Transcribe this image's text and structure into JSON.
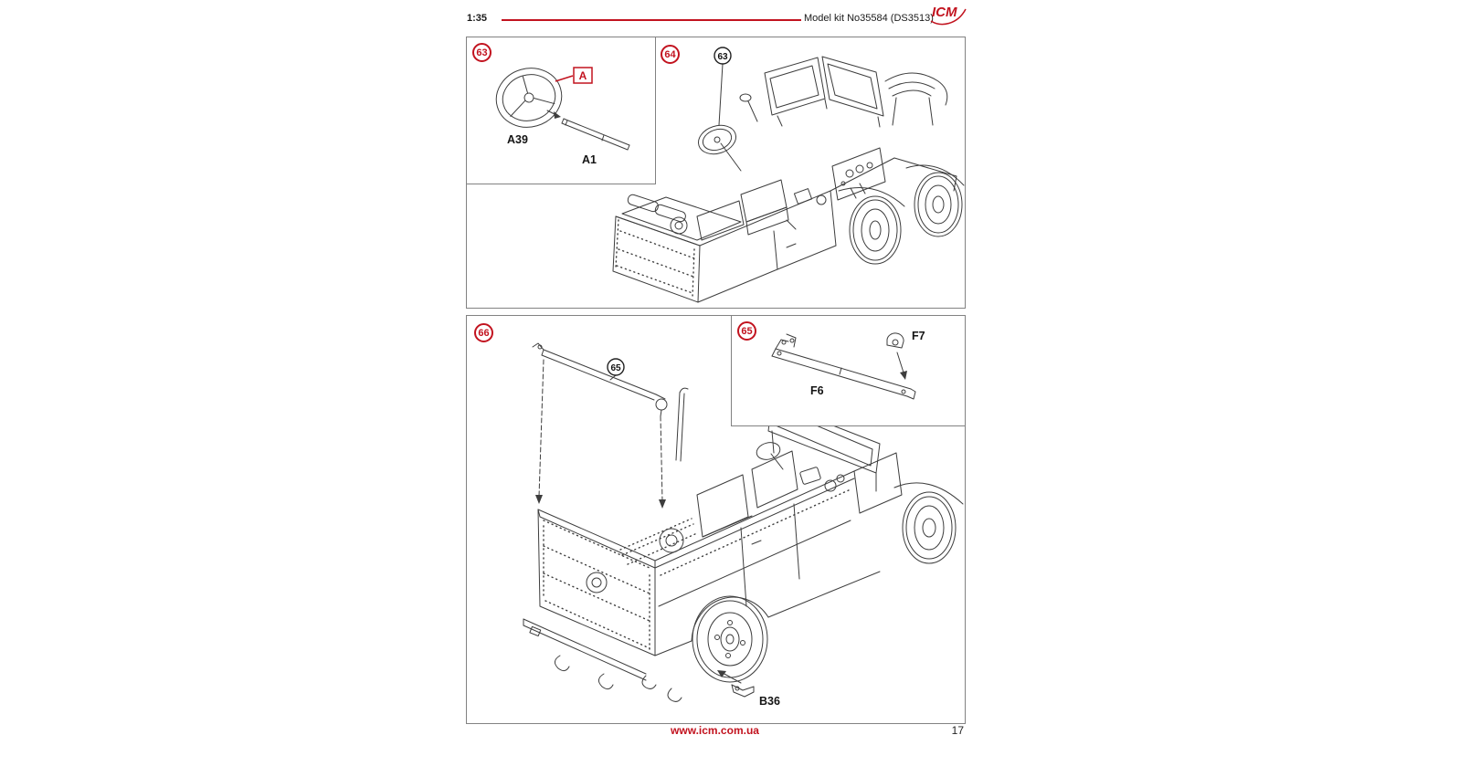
{
  "header": {
    "scale": "1:35",
    "kit": "Model kit No35584 (DS3513)",
    "logo": "ICM"
  },
  "footer": {
    "url": "www.icm.com.ua",
    "page": "17"
  },
  "steps": {
    "s63": {
      "num": "63",
      "label_a39": "A39",
      "label_a1": "A1",
      "letter": "A"
    },
    "s64": {
      "num": "64",
      "callout": "63"
    },
    "s65": {
      "num": "65",
      "label_f6": "F6",
      "label_f7": "F7"
    },
    "s66": {
      "num": "66",
      "callout": "65",
      "label_b36": "B36"
    }
  },
  "colors": {
    "accent_red": "#c2131f",
    "line_ink": "#3d3d3d"
  }
}
